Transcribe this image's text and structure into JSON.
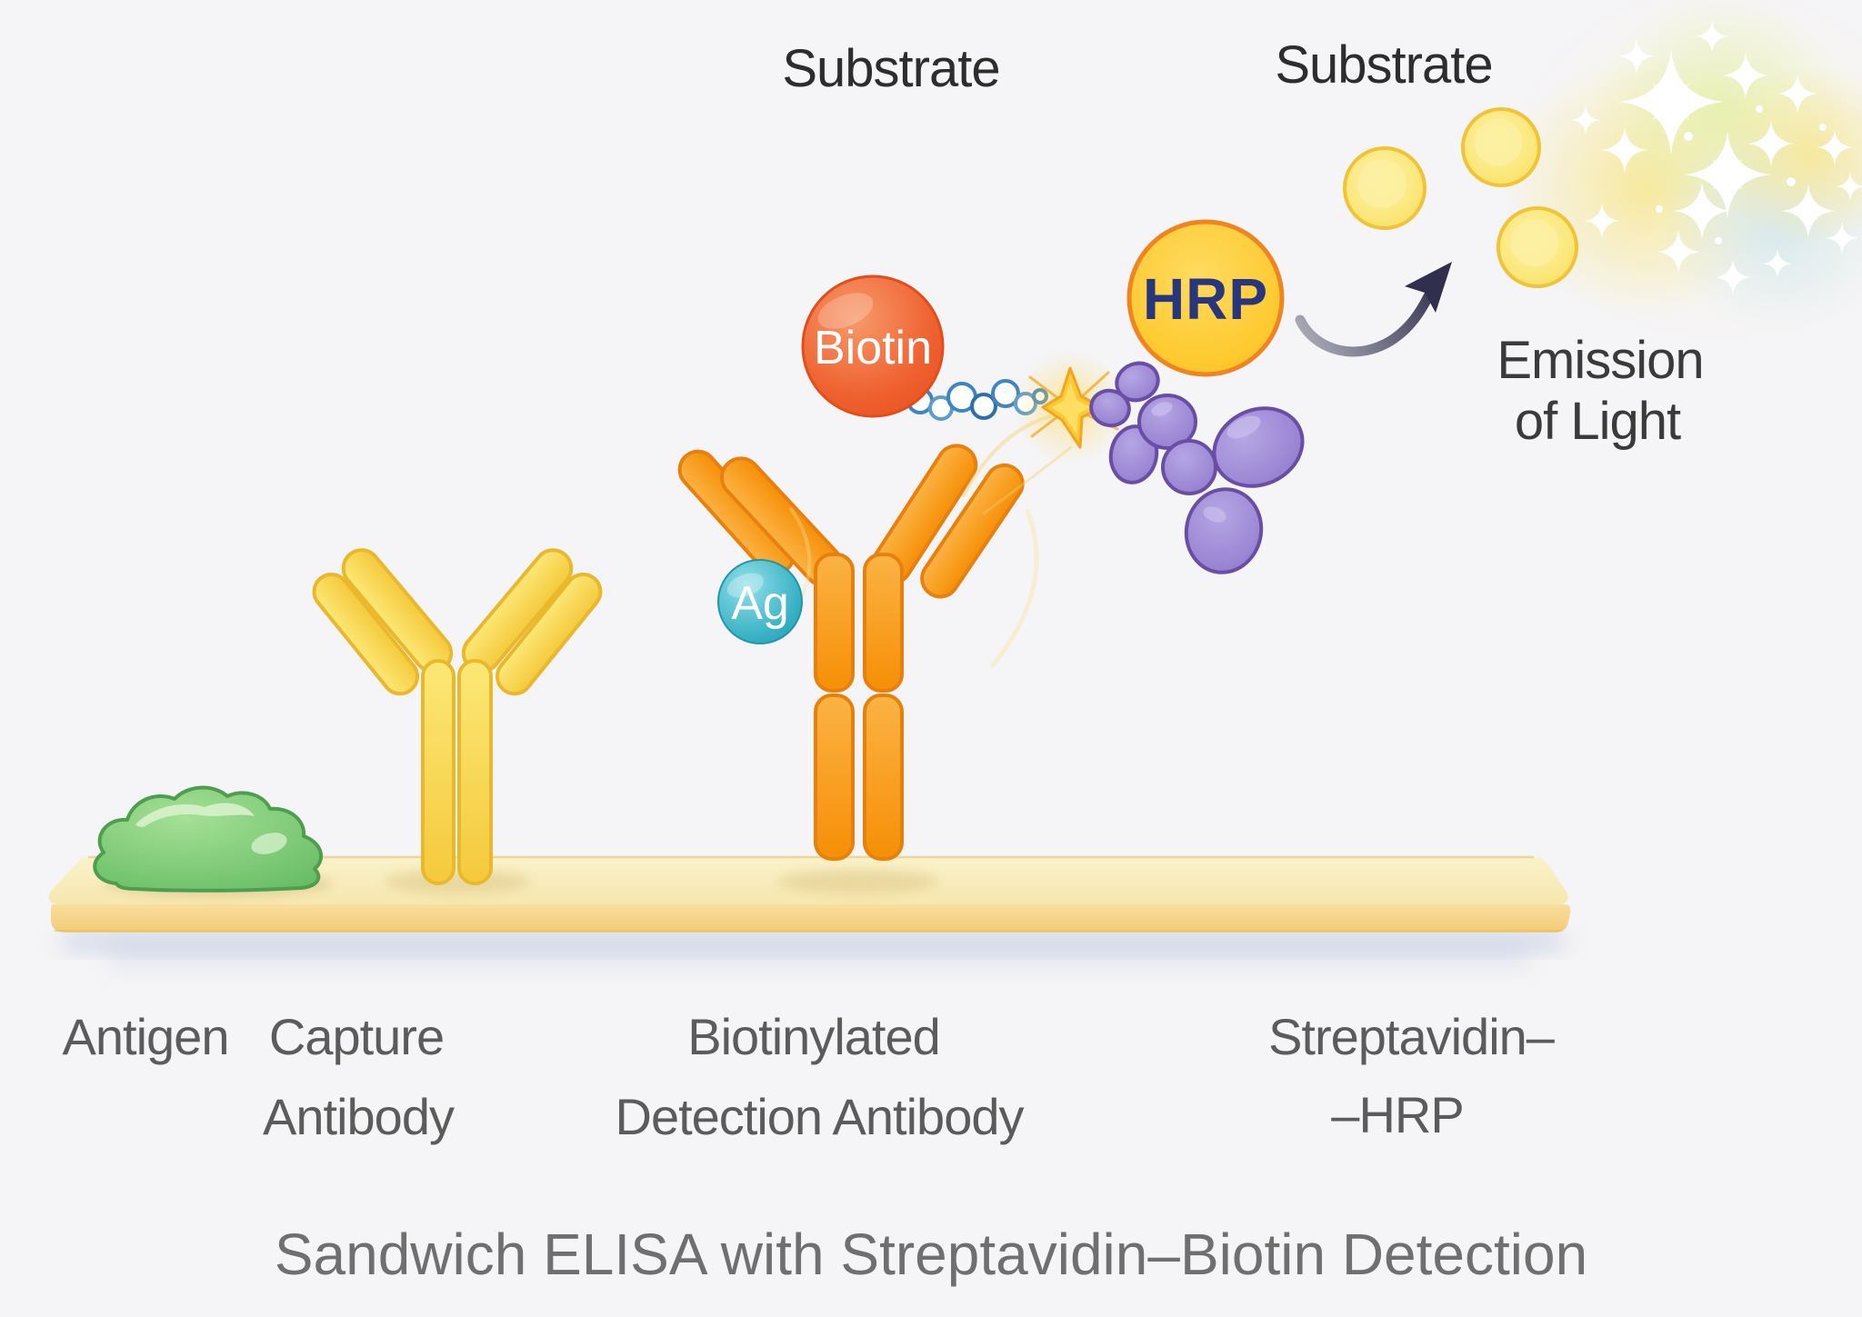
{
  "scene": {
    "title": "Sandwich ELISA with Streptavidin–Biotin Detection",
    "labels": {
      "substrate_left": "Substrate",
      "substrate_right": "Substrate",
      "emission_line1": "Emission",
      "emission_line2": "of Light",
      "antigen": "Antigen",
      "capture_line1": "Capture",
      "capture_line2": "Antibody",
      "detection_line1": "Biotinylated",
      "detection_line2": "Detection Antibody",
      "streptavidin_line1": "Streptavidin–",
      "streptavidin_line2": "–HRP"
    },
    "molecules": {
      "biotin": "Biotin",
      "hrp": "HRP",
      "antigen_tag": "Ag"
    },
    "colors": {
      "background": "#f5f4f6",
      "plate_top": "#f8edba",
      "plate_front": "#f5d48a",
      "capture_antibody": "#f8d649",
      "detection_antibody": "#f79d14",
      "antigen_green": "#79c873",
      "ag_tag_teal": "#2aa8bd",
      "biotin_orange": "#ee5c2b",
      "streptavidin_purple": "#9681d2",
      "hrp_yellow": "#fdc41d",
      "hrp_text_navy": "#28367d",
      "substrate_yellow": "#fbe678",
      "linker_chain_blue": "#3f86c1",
      "reaction_star_gold": "#f9b622",
      "arrow_dark": "#312f4e",
      "label_gray": "#5b5b5b",
      "heading_dark": "#2d2d2d",
      "title_gray": "#6f6f6f"
    }
  }
}
